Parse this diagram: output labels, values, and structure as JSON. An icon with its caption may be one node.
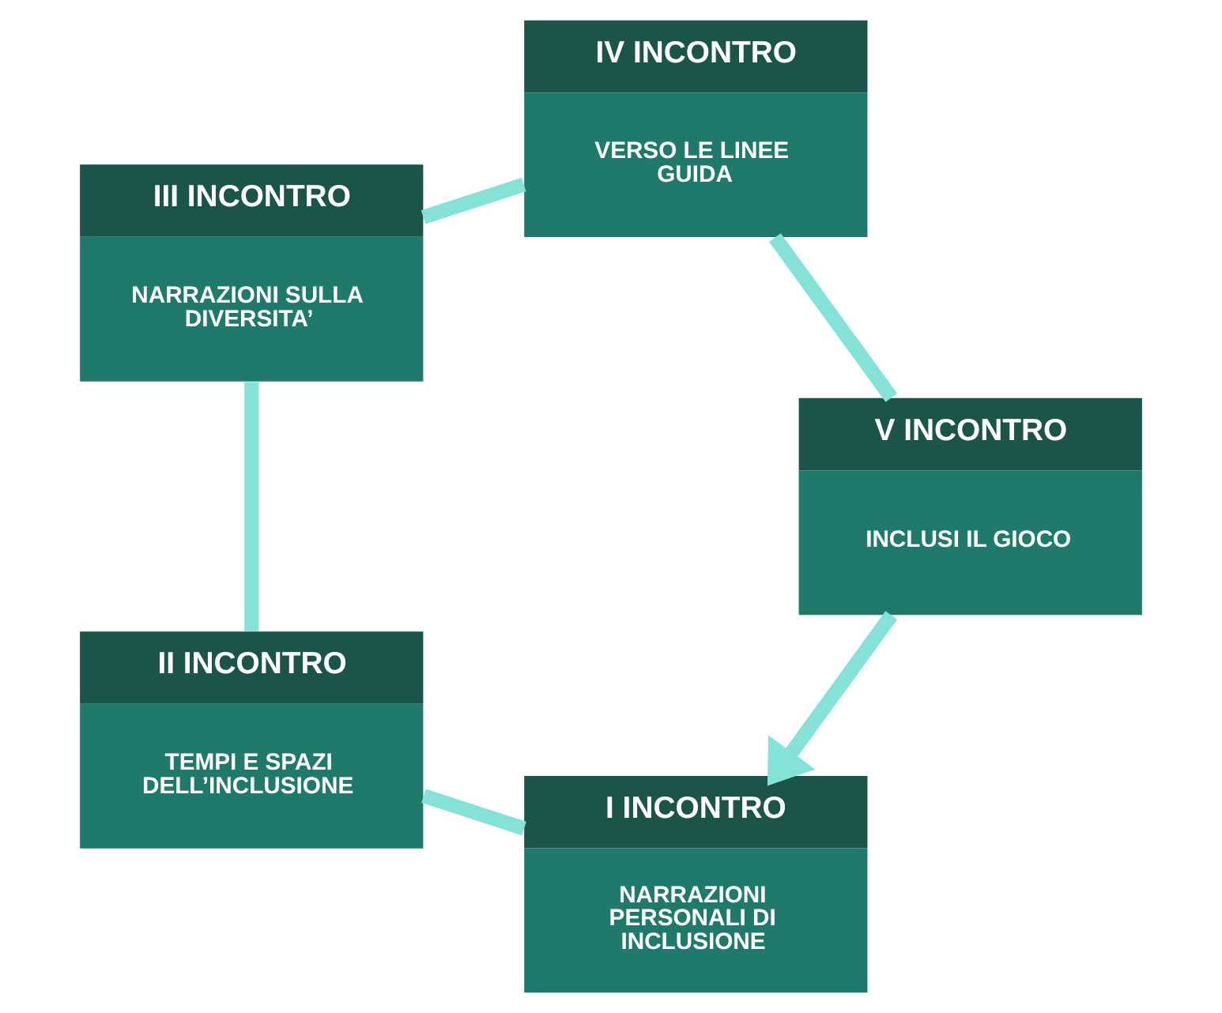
{
  "diagram": {
    "nodes": [
      {
        "text": [
          "I INCONTRO",
          "NARRAZIONI PERSONALI DI INCLUSIONE"
        ]
      },
      {
        "text": [
          "II INCONTRO",
          "TEMPI E SPAZI DELL’INCLUSIONE"
        ]
      },
      {
        "text": [
          "III INCONTRO",
          "NARRAZIONI SULLA DIVERSITA’"
        ]
      },
      {
        "text": [
          "IV INCONTRO",
          "VERSO LE LINEE GUIDA"
        ]
      },
      {
        "text": [
          "V INCONTRO",
          "INCLUSI IL GIOCO"
        ]
      }
    ],
    "edges": [
      {
        "from": 0,
        "to": 1,
        "arrow": "none"
      },
      {
        "from": 1,
        "to": 2,
        "arrow": "none"
      },
      {
        "from": 2,
        "to": 3,
        "arrow": "none"
      },
      {
        "from": 3,
        "to": 4,
        "arrow": "none"
      },
      {
        "from": 4,
        "to": 0,
        "arrow": "to"
      }
    ]
  }
}
